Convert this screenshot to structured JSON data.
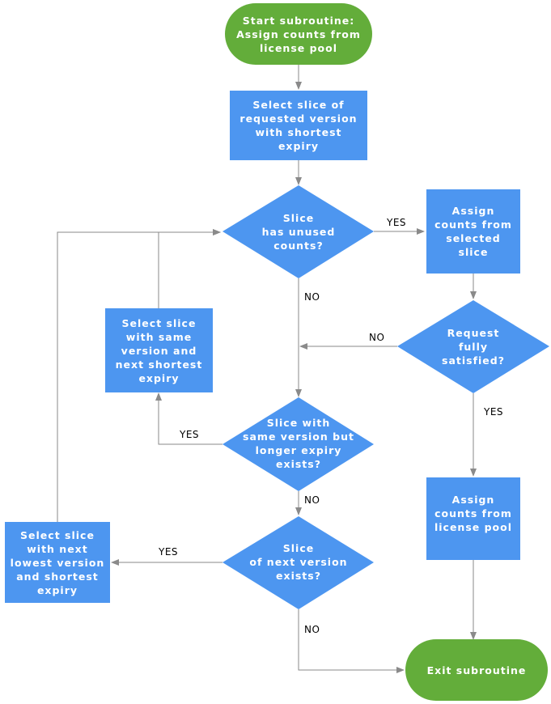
{
  "flowchart": {
    "start": "Start subroutine:\nAssign counts from\nlicense pool",
    "select_shortest": "Select slice of\nrequested version\nwith shortest\nexpiry",
    "has_unused": "Slice\nhas unused\ncounts?",
    "assign_selected": "Assign\ncounts from\nselected\nslice",
    "request_satisfied": "Request\nfully\nsatisfied?",
    "select_next_expiry": "Select slice\nwith same\nversion and\nnext shortest\nexpiry",
    "same_version_longer": "Slice with\nsame version but\nlonger expiry\nexists?",
    "assign_pool": "Assign\ncounts from\nlicense pool",
    "next_version_exists": "Slice\nof next version\nexists?",
    "select_next_version": "Select slice\nwith next\nlowest version\nand shortest\nexpiry",
    "exit": "Exit subroutine"
  },
  "edge_labels": {
    "yes_unused": "YES",
    "no_unused": "NO",
    "no_satisfied": "NO",
    "yes_satisfied": "YES",
    "yes_same_version": "YES",
    "no_same_version": "NO",
    "yes_next_version": "YES",
    "no_next_version": "NO"
  },
  "colors": {
    "process_box": "#4d96f0",
    "terminal": "#63ad3a",
    "connector": "#8a8a8a"
  }
}
